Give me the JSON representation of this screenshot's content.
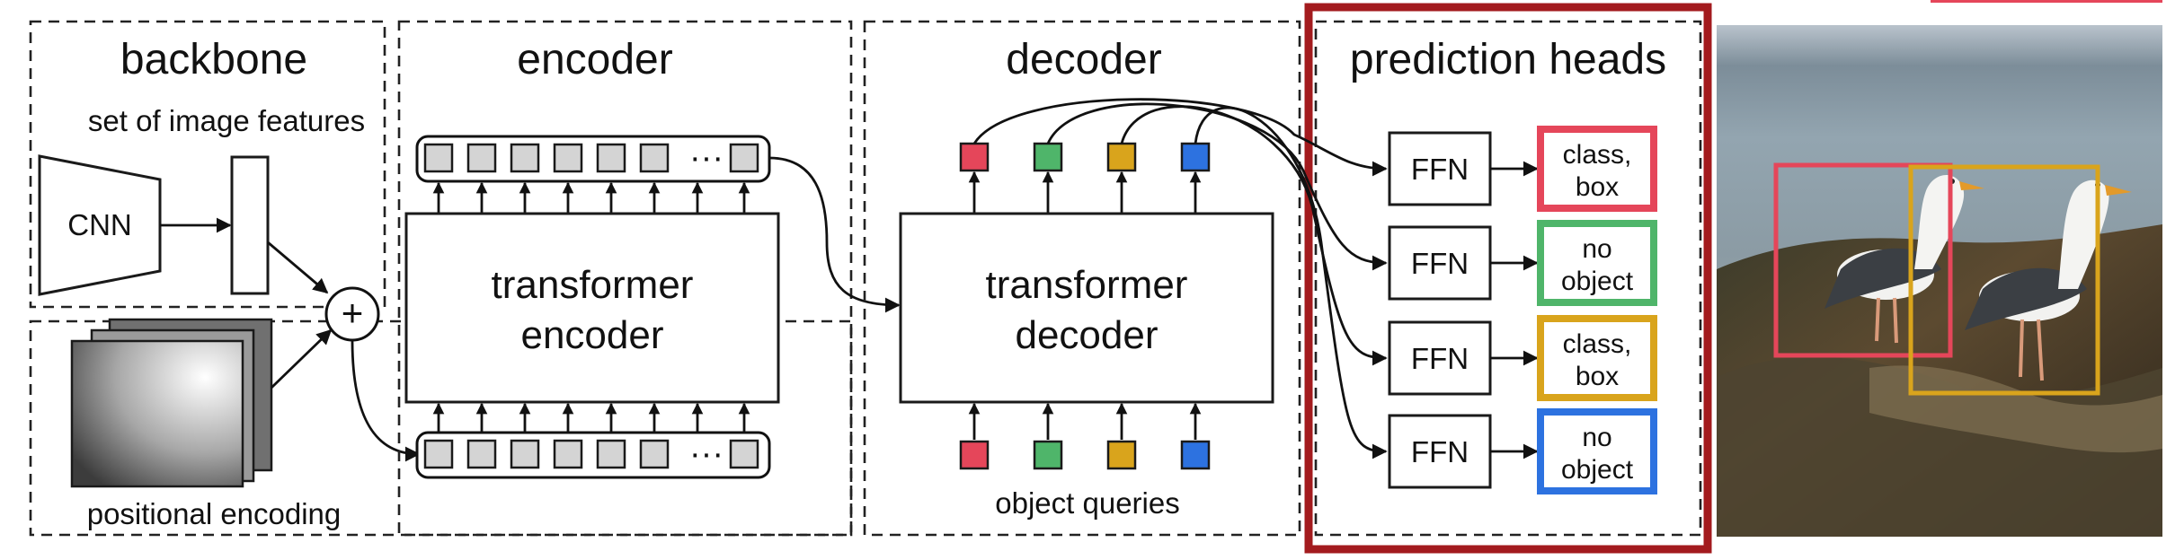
{
  "colors": {
    "red": "#e5465a",
    "green": "#4fb56a",
    "gold": "#d9a41c",
    "blue": "#2d72e0",
    "highlight": "#a31b1e"
  },
  "panels": {
    "backbone": {
      "title": "backbone",
      "features_label": "set of image features",
      "cnn_label": "CNN",
      "plus_symbol": "+",
      "positional_label": "positional encoding"
    },
    "encoder": {
      "title": "encoder",
      "block_line1": "transformer",
      "block_line2": "encoder",
      "ellipsis": "···"
    },
    "decoder": {
      "title": "decoder",
      "block_line1": "transformer",
      "block_line2": "decoder",
      "queries_label": "object queries"
    },
    "prediction_heads": {
      "title": "prediction heads",
      "heads": [
        {
          "ffn": "FFN",
          "line1": "class,",
          "line2": "box",
          "color": "#e5465a"
        },
        {
          "ffn": "FFN",
          "line1": "no",
          "line2": "object",
          "color": "#4fb56a"
        },
        {
          "ffn": "FFN",
          "line1": "class,",
          "line2": "box",
          "color": "#d9a41c"
        },
        {
          "ffn": "FFN",
          "line1": "no",
          "line2": "object",
          "color": "#2d72e0"
        }
      ]
    }
  },
  "detections": [
    {
      "label": "seagull",
      "color": "#e5465a"
    },
    {
      "label": "seagull",
      "color": "#d9a41c"
    }
  ]
}
